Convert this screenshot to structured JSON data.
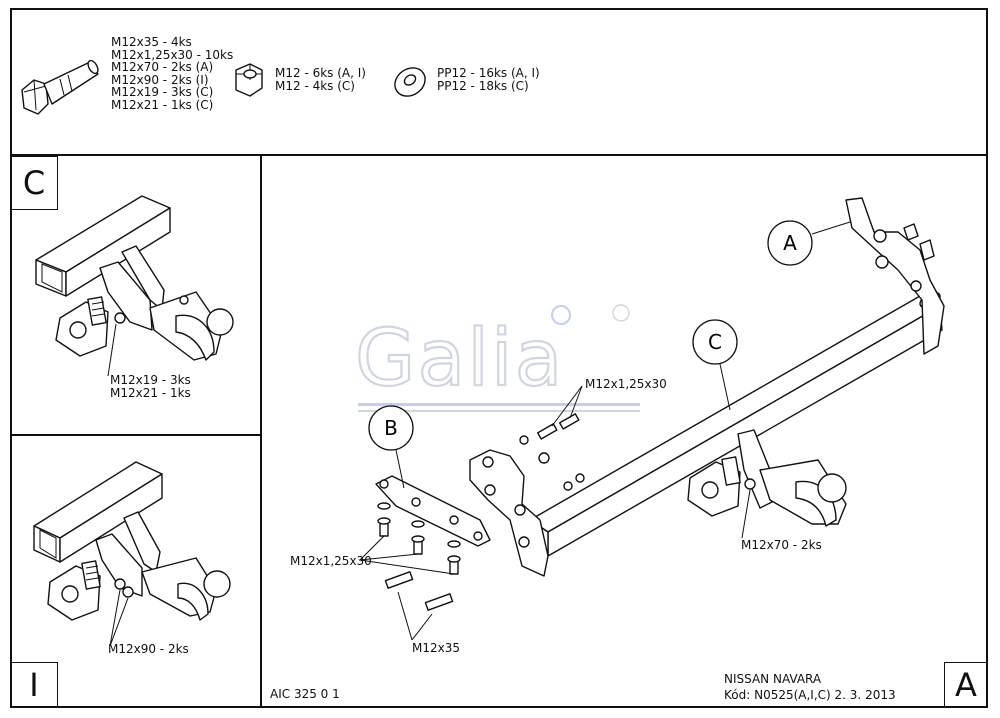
{
  "parts_list": {
    "bolts": [
      "M12x35 - 4ks",
      "M12x1,25x30 - 10ks",
      "M12x70 - 2ks (A)",
      "M12x90 - 2ks (I)",
      "M12x19 - 3ks (C)",
      "M12x21 - 1ks (C)"
    ],
    "nuts": [
      "M12 - 6ks (A, I)",
      "M12 - 4ks (C)"
    ],
    "washers": [
      "PP12 - 16ks (A, I)",
      "PP12 - 18ks (C)"
    ]
  },
  "panels": {
    "c": {
      "letter": "C",
      "captions": [
        "M12x19 - 3ks",
        "M12x21 - 1ks"
      ]
    },
    "i": {
      "letter": "I",
      "caption": "M12x90 - 2ks"
    },
    "a": {
      "letter": "A"
    }
  },
  "callouts": {
    "a": "A",
    "b": "B",
    "c": "C"
  },
  "main_labels": {
    "top_bolts": "M12x1,25x30",
    "left_bolts": "M12x1,25x30",
    "bottom_bolts": "M12x35",
    "ball_bolts": "M12x70 - 2ks"
  },
  "watermark": "Galia",
  "footer": {
    "drawing_no": "AIC 325 0 1",
    "vehicle": "NISSAN NAVARA",
    "code": "Kód: N0525(A,I,C)  2. 3. 2013"
  }
}
